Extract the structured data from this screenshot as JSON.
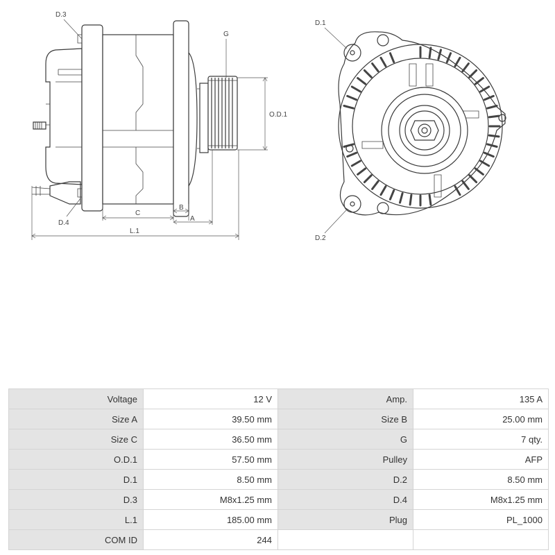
{
  "labels": {
    "d3": "D.3",
    "g": "G",
    "od1": "O.D.1",
    "d4": "D.4",
    "c": "C",
    "b": "B",
    "a": "A",
    "l1": "L.1",
    "d1": "D.1",
    "d2": "D.2"
  },
  "specs": {
    "rows": [
      [
        {
          "label": "Voltage",
          "value": "12 V"
        },
        {
          "label": "Amp.",
          "value": "135 A"
        }
      ],
      [
        {
          "label": "Size A",
          "value": "39.50 mm"
        },
        {
          "label": "Size B",
          "value": "25.00 mm"
        }
      ],
      [
        {
          "label": "Size C",
          "value": "36.50 mm"
        },
        {
          "label": "G",
          "value": "7 qty."
        }
      ],
      [
        {
          "label": "O.D.1",
          "value": "57.50 mm"
        },
        {
          "label": "Pulley",
          "value": "AFP"
        }
      ],
      [
        {
          "label": "D.1",
          "value": "8.50 mm"
        },
        {
          "label": "D.2",
          "value": "8.50 mm"
        }
      ],
      [
        {
          "label": "D.3",
          "value": "M8x1.25 mm"
        },
        {
          "label": "D.4",
          "value": "M8x1.25 mm"
        }
      ],
      [
        {
          "label": "L.1",
          "value": "185.00 mm"
        },
        {
          "label": "Plug",
          "value": "PL_1000"
        }
      ],
      [
        {
          "label": "COM ID",
          "value": "244"
        },
        {
          "label": "",
          "value": ""
        }
      ]
    ]
  }
}
